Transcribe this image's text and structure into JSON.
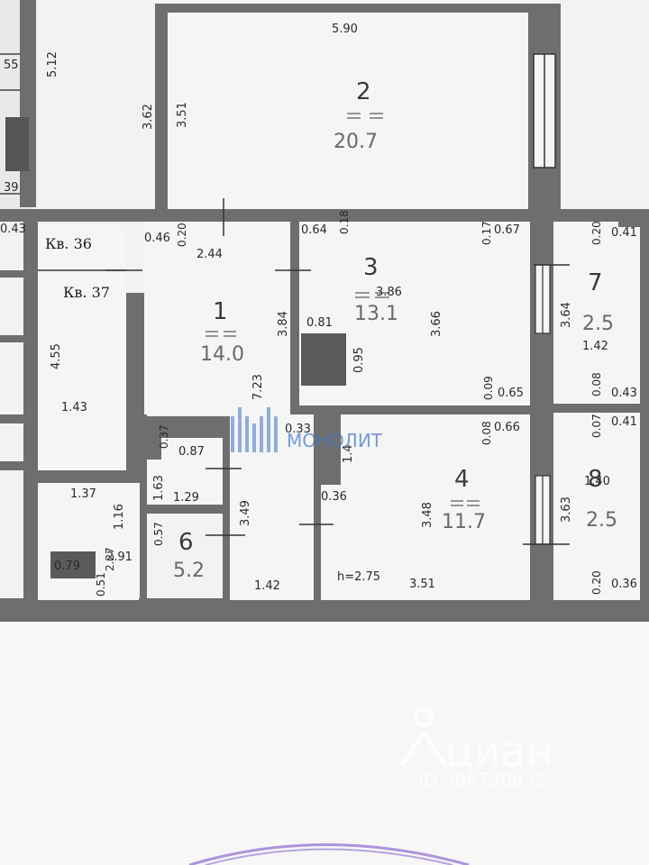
{
  "apartments": {
    "apt36": "Кв. 36",
    "apt37": "Кв. 37"
  },
  "rooms": [
    {
      "id": "room-1",
      "number": "1",
      "area": "14.0"
    },
    {
      "id": "room-2",
      "number": "2",
      "area": "20.7"
    },
    {
      "id": "room-3",
      "number": "3",
      "area": "13.1"
    },
    {
      "id": "room-4",
      "number": "4",
      "area": "11.7"
    },
    {
      "id": "room-6",
      "number": "6",
      "area": "5.2"
    },
    {
      "id": "room-7",
      "number": "7",
      "area": "2.5"
    },
    {
      "id": "room-8",
      "number": "8",
      "area": "2.5"
    }
  ],
  "dimensions": {
    "r2_top": "5.90",
    "r2_left_outer": "3.62",
    "r2_left_inner": "3.51",
    "side_512": "5.12",
    "side_55": "55",
    "side_39": "39",
    "r1_046": "0.46",
    "r1_020": "0.20",
    "r1_244": "2.44",
    "r1_384": "3.84",
    "r1_723": "7.23",
    "r3_018": "0.18",
    "r3_064": "0.64",
    "r3_386": "3.86",
    "r3_366": "3.66",
    "r3_081": "0.81",
    "r3_095": "0.95",
    "r3_009": "0.09",
    "r3_065": "0.65",
    "r3_017": "0.17",
    "r3_067": "0.67",
    "r7_020": "0.20",
    "r7_041": "0.41",
    "r7_364": "3.64",
    "r7_142": "1.42",
    "r7_008": "0.08",
    "r7_043": "0.43",
    "r8_007": "0.07",
    "r8_041": "0.41",
    "r8_140": "1.40",
    "r8_363": "3.63",
    "r8_020": "0.20",
    "r8_036": "0.36",
    "r4_008": "0.08",
    "r4_066": "0.66",
    "r4_033": "0.33",
    "r4_014": "1.4",
    "r4_036": "0.36",
    "r4_348": "3.48",
    "r4_h": "h=2.75",
    "r4_351": "3.51",
    "c_087": "0.87",
    "c_037": "0.37",
    "c_163": "1.63",
    "c_129": "1.29",
    "c_349": "3.49",
    "c_142": "1.42",
    "r6_057": "0.57",
    "r6_291": "2.91",
    "r6_227": "2.27",
    "r6_051": "0.51",
    "r6_079": "0.79",
    "a_455": "4.55",
    "a_143": "1.43",
    "a_137": "1.37",
    "a_116": "1.16",
    "a_043": "0.43"
  },
  "watermarks": {
    "monolit": "МОНОЛИТ",
    "cian": "циан",
    "cian_id": "ID 308790635"
  },
  "colors": {
    "wall": "#6e6e6e",
    "floor": "#f3f3f3",
    "paper": "#fafafa",
    "line": "#3a3a3a"
  }
}
